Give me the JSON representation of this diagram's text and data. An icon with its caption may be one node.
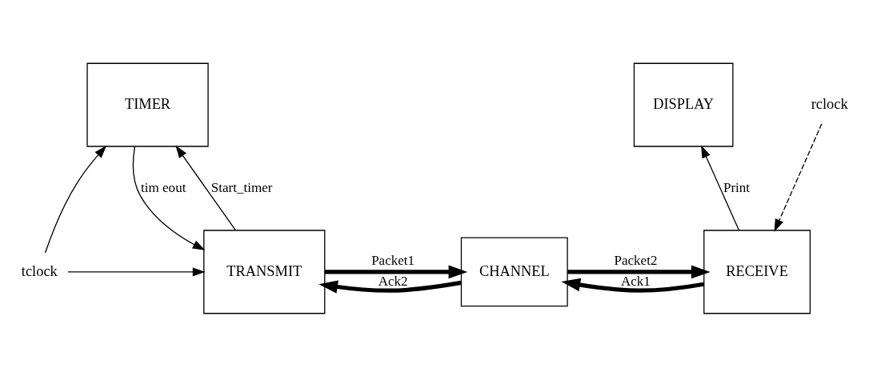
{
  "diagram": {
    "nodes": [
      {
        "text": [
          "TIMER"
        ]
      },
      {
        "text": [
          "DISPLAY"
        ]
      },
      {
        "text": [
          "TRANSMIT"
        ]
      },
      {
        "text": [
          "CHANNEL"
        ]
      },
      {
        "text": [
          "RECEIVE"
        ]
      },
      {
        "text": [
          "tclock"
        ]
      },
      {
        "text": [
          "rclock"
        ]
      }
    ],
    "edges": [
      {
        "from": 5,
        "to": 0,
        "arrow": "to"
      },
      {
        "from": 5,
        "to": 2,
        "arrow": "to"
      },
      {
        "from": 2,
        "to": 0,
        "arrow": "to",
        "label": "Start_timer"
      },
      {
        "from": 0,
        "to": 2,
        "arrow": "to",
        "label": "tim eout"
      },
      {
        "from": 2,
        "to": 3,
        "arrow": "to",
        "label": "Packet1",
        "style": "thick"
      },
      {
        "from": 3,
        "to": 4,
        "arrow": "to",
        "label": "Packet2",
        "style": "thick"
      },
      {
        "from": 4,
        "to": 3,
        "arrow": "to",
        "label": "Ack1",
        "style": "thick"
      },
      {
        "from": 3,
        "to": 2,
        "arrow": "to",
        "label": "Ack2",
        "style": "thick"
      },
      {
        "from": 4,
        "to": 1,
        "arrow": "to",
        "label": "Print"
      },
      {
        "from": 6,
        "to": 4,
        "arrow": "to",
        "style": "dashed"
      }
    ]
  }
}
